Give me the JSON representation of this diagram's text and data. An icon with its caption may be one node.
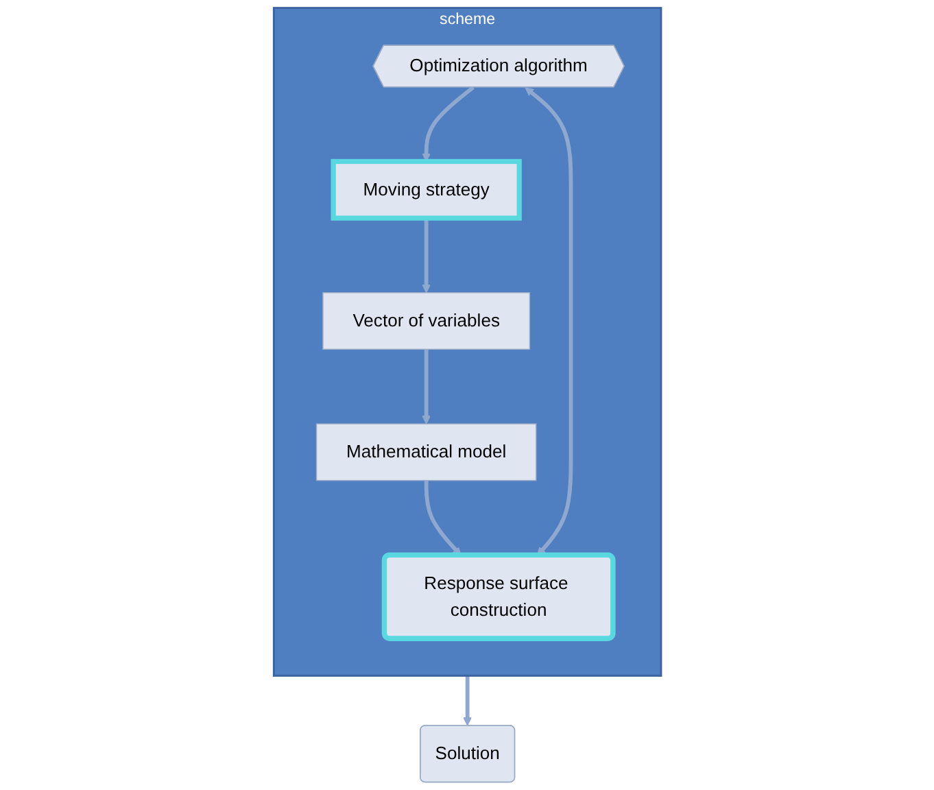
{
  "diagram": {
    "nodes": [
      {
        "text": [
          "scheme"
        ]
      },
      {
        "text": [
          "Vector of variables"
        ],
        "in": 0
      },
      {
        "text": [
          "Moving strategy"
        ],
        "in": 0
      },
      {
        "text": [
          "Mathematical model"
        ],
        "in": 0
      },
      {
        "text": [
          "Optimization algorithm"
        ],
        "in": 0
      },
      {
        "text": [
          "Response surface construction"
        ],
        "in": 0
      },
      {
        "text": [
          "Solution"
        ]
      }
    ],
    "edges": [
      {
        "from": 2,
        "to": 1,
        "arrow": "to"
      },
      {
        "from": 1,
        "to": 3,
        "arrow": "to"
      },
      {
        "from": 4,
        "to": 2,
        "arrow": "to"
      },
      {
        "from": 3,
        "to": 5,
        "arrow": "to"
      },
      {
        "from": 4,
        "to": 5,
        "arrow": "both"
      },
      {
        "from": 0,
        "to": 6,
        "arrow": "to"
      }
    ]
  }
}
